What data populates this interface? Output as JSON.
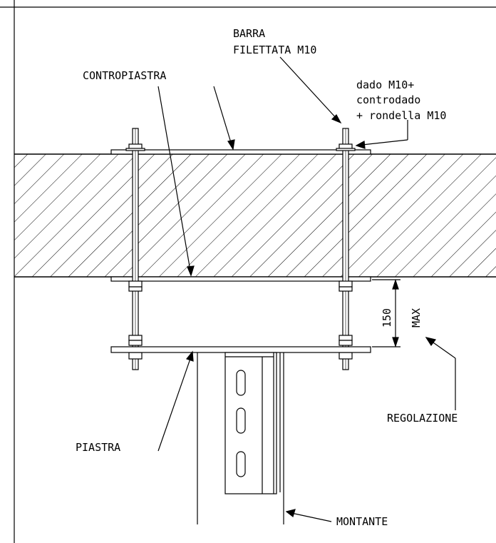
{
  "labels": {
    "rod_line1": "BARRA",
    "rod_line2": "FILETTATA M10",
    "counterplate": "CONTROPIASTRA",
    "nut_line1": "dado M10+",
    "nut_line2": "controdado",
    "nut_line3": "+ rondella M10",
    "dimension": "150",
    "max": "MAX",
    "adjustment": "REGOLAZIONE",
    "plate": "PIASTRA",
    "post": "MONTANTE"
  },
  "colors": {
    "line": "#000000",
    "background": "#ffffff"
  }
}
